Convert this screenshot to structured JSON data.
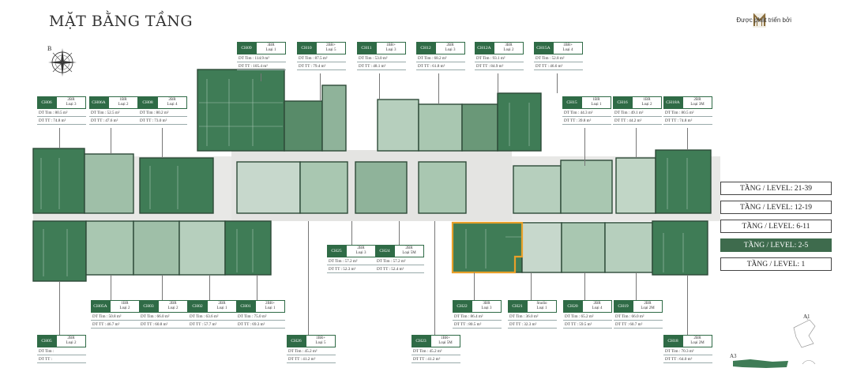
{
  "header": {
    "title": "MẶT BẰNG TẦNG",
    "developer_text": "Được phát triển bởi",
    "compass_label": "B"
  },
  "units": [
    {
      "code": "CH06",
      "type1": "2BR",
      "type2": "Loại 3",
      "dt_tim": "DT Tim  :  80.5 m²",
      "dt_tt": "DT TT   :  74.8 m²"
    },
    {
      "code": "CH06A",
      "type1": "1BR",
      "type2": "Loại 2",
      "dt_tim": "DT Tim  :  52.5 m²",
      "dt_tt": "DT TT   :  47.6 m²"
    },
    {
      "code": "CH08",
      "type1": "2BR",
      "type2": "Loại 4",
      "dt_tim": "DT Tim  :  80.2 m²",
      "dt_tt": "DT TT   :  73.0 m²"
    },
    {
      "code": "CH09",
      "type1": "3BR",
      "type2": "Loại 1",
      "dt_tim": "DT Tim  :  114.9 m²",
      "dt_tt": "DT TT   :  105.4 m²"
    },
    {
      "code": "CH10",
      "type1": "2BR+",
      "type2": "Loại 5",
      "dt_tim": "DT Tim  :  87.5 m²",
      "dt_tt": "DT TT   :  79.4 m²"
    },
    {
      "code": "CH11",
      "type1": "1BR+",
      "type2": "Loại 3",
      "dt_tim": "DT Tim  :  53.0 m²",
      "dt_tt": "DT TT   :  48.1 m²"
    },
    {
      "code": "CH12",
      "type1": "2BR",
      "type2": "Loại 3",
      "dt_tim": "DT Tim  :  68.2 m²",
      "dt_tt": "DT TT   :  61.8 m²"
    },
    {
      "code": "CH12A",
      "type1": "3BR",
      "type2": "Loại 2",
      "dt_tim": "DT Tim  :  93.1 m²",
      "dt_tt": "DT TT   :  84.9 m²"
    },
    {
      "code": "CH15A",
      "type1": "1BR+",
      "type2": "Loại 4",
      "dt_tim": "DT Tim  :  52.8 m²",
      "dt_tt": "DT TT   :  46.6 m²"
    },
    {
      "code": "CH15",
      "type1": "1BR",
      "type2": "Loại 1",
      "dt_tim": "DT Tim  :  44.3 m²",
      "dt_tt": "DT TT   :  39.8 m²"
    },
    {
      "code": "CH16",
      "type1": "1BR",
      "type2": "Loại 2",
      "dt_tim": "DT Tim  :  49.1 m²",
      "dt_tt": "DT TT   :  44.2 m²"
    },
    {
      "code": "CH18A",
      "type1": "2BR",
      "type2": "Loại 3M",
      "dt_tim": "DT Tim  :  80.5 m²",
      "dt_tt": "DT TT   :  74.8 m²"
    },
    {
      "code": "CH25",
      "type1": "2BR",
      "type2": "Loại 3",
      "dt_tim": "DT Tim  :  57.2 m²",
      "dt_tt": "DT TT   :  52.3 m²"
    },
    {
      "code": "CH24",
      "type1": "2BR",
      "type2": "Loại 5M",
      "dt_tim": "DT Tim  :  57.2 m²",
      "dt_tt": "DT TT   :  52.4 m²"
    },
    {
      "code": "CH05A",
      "type1": "1BR",
      "type2": "Loại 2",
      "dt_tim": "DT Tim  :  50.8 m²",
      "dt_tt": "DT TT   :  46.7 m²"
    },
    {
      "code": "CH03",
      "type1": "2BR",
      "type2": "Loại 2",
      "dt_tim": "DT Tim  :  66.0 m²",
      "dt_tt": "DT TT   :  60.8 m²"
    },
    {
      "code": "CH02",
      "type1": "2BR",
      "type2": "Loại 1",
      "dt_tim": "DT Tim  :  63.6 m²",
      "dt_tt": "DT TT   :  57.7 m²"
    },
    {
      "code": "CH01",
      "type1": "2BR+",
      "type2": "Loại 1",
      "dt_tim": "DT Tim  :  75.0 m²",
      "dt_tt": "DT TT   :  69.3 m²"
    },
    {
      "code": "CH22",
      "type1": "3BR",
      "type2": "Loại 3",
      "dt_tim": "DT Tim  :  86.4 m²",
      "dt_tt": "DT TT   :  80.5 m²"
    },
    {
      "code": "CH21",
      "type1": "Studio",
      "type2": "Loại 1",
      "dt_tim": "DT Tim  :  36.0 m²",
      "dt_tt": "DT TT   :  32.3 m²"
    },
    {
      "code": "CH20",
      "type1": "2BR",
      "type2": "Loại 4",
      "dt_tim": "DT Tim  :  65.2 m²",
      "dt_tt": "DT TT   :  59.5 m²"
    },
    {
      "code": "CH19",
      "type1": "2BR",
      "type2": "Loại 2M",
      "dt_tim": "DT Tim  :  66.0 m²",
      "dt_tt": "DT TT   :  60.7 m²"
    },
    {
      "code": "CH05",
      "type1": "2BR",
      "type2": "Loại 2",
      "dt_tim": "DT Tim  :  ",
      "dt_tt": "DT TT   :  "
    },
    {
      "code": "CH26",
      "type1": "1BR+",
      "type2": "Loại 5",
      "dt_tim": "DT Tim  :  45.2 m²",
      "dt_tt": "DT TT   :  41.2 m²"
    },
    {
      "code": "CH23",
      "type1": "1BR+",
      "type2": "Loại 5M",
      "dt_tim": "DT Tim  :  45.2 m²",
      "dt_tt": "DT TT   :  41.2 m²"
    },
    {
      "code": "CH18",
      "type1": "2BR",
      "type2": "Loại 2M",
      "dt_tim": "DT Tim  :  70.3 m²",
      "dt_tt": "DT TT   :  64.0 m²"
    }
  ],
  "level_menu": [
    {
      "label": "TẦNG / LEVEL: 21-39",
      "active": false
    },
    {
      "label": "TẦNG / LEVEL: 12-19",
      "active": false
    },
    {
      "label": "TẦNG / LEVEL: 6-11",
      "active": false
    },
    {
      "label": "TẦNG / LEVEL: 2-5",
      "active": true
    },
    {
      "label": "TẦNG / LEVEL: 1",
      "active": false
    }
  ],
  "key_plan": {
    "label_a1": "A1",
    "label_a3": "A3"
  },
  "colors": {
    "dark_green": "#2f6b46",
    "mid_green": "#5e8f6f",
    "light_green": "#a9c7b1",
    "highlight": "#e8a02a",
    "corridor": "#e6e6e4"
  }
}
